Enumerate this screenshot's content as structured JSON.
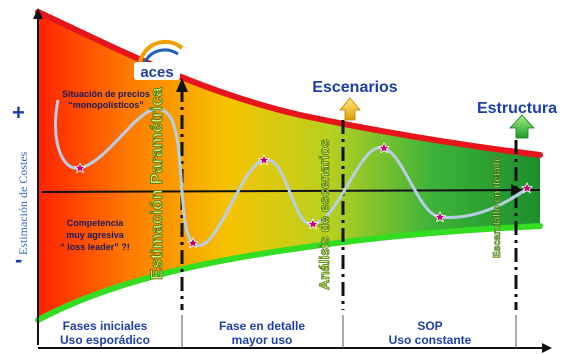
{
  "y_axis": {
    "title": "Estimación de Costes",
    "plus": "+",
    "minus": "-"
  },
  "logo": {
    "text": "aces"
  },
  "callouts": {
    "top_left": [
      "Situación de precios",
      "“monopolísticos”"
    ],
    "bottom_left": [
      "Competencia",
      "muy agresiva",
      "“ loss leader” ?!"
    ]
  },
  "stage_labels": {
    "parametric": "Estimación Paramétrica",
    "scenarios": "Análisis de escenarios",
    "structure": "Escandallo en detalle"
  },
  "headings": {
    "scenarios": "Escenarios",
    "structure": "Estructura"
  },
  "phases": [
    {
      "line1": "Fases iniciales",
      "line2": "Uso esporádico"
    },
    {
      "line1": "Fase en detalle",
      "line2": "mayor uso"
    },
    {
      "line1": "SOP",
      "line2": "Uso constante"
    }
  ],
  "colors": {
    "upper_bound": "#e8141c",
    "lower_bound": "#33dd22",
    "funnel_left": "#ff2a00",
    "funnel_mid": "#f2c200",
    "funnel_right": "#1f9d2f",
    "text_blue": "#1f3fa8",
    "curve": "#b4c8e4",
    "marker": "#c00080"
  }
}
